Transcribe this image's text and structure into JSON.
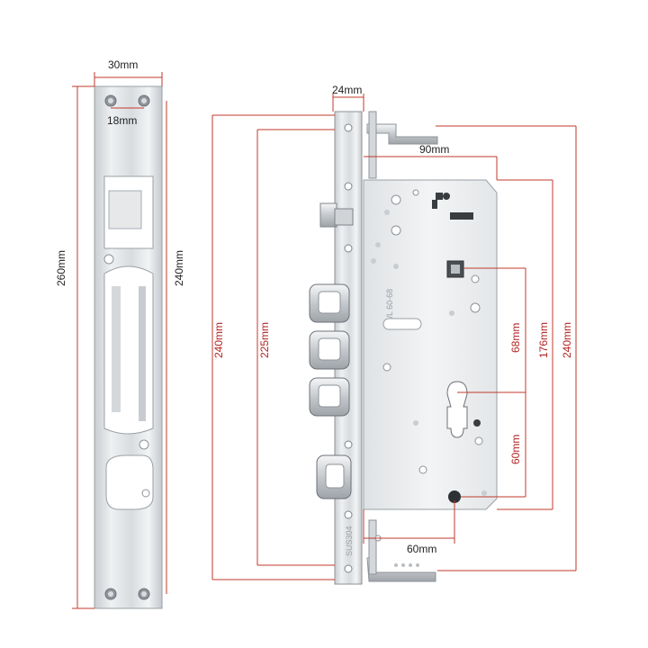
{
  "dimensions": {
    "strike_width": "30mm",
    "hole_spacing": "18mm",
    "strike_height": "260mm",
    "strike_inner": "240mm",
    "faceplate_width": "24mm",
    "body_width": "90mm",
    "face_height_240": "240mm",
    "face_height_225": "225mm",
    "cyl_to_handle": "68mm",
    "handle_to_bottom": "176mm",
    "total_right": "240mm",
    "cyl_to_key": "60mm",
    "bottom_width": "60mm"
  },
  "stamps": {
    "rl": "R/L 60-68",
    "material": "SUS304"
  },
  "colors": {
    "dimension_line": "#c0392b",
    "steel_light": "#e9ecef",
    "steel_dark": "#b8bdc2"
  }
}
